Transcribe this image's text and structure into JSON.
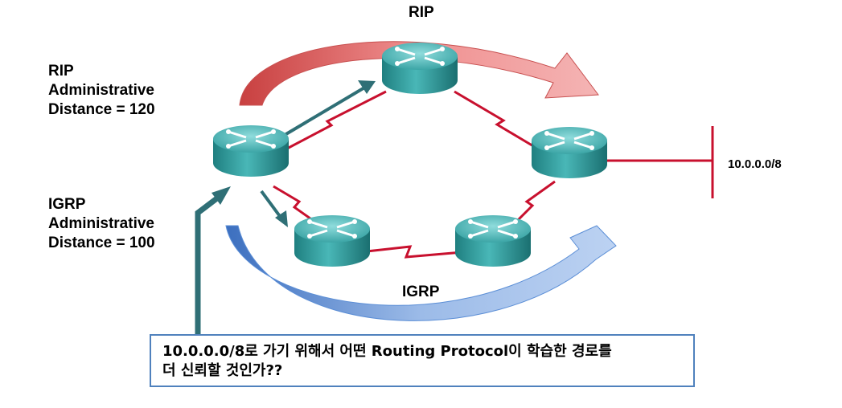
{
  "labels": {
    "rip_top": "RIP",
    "igrp_bottom": "IGRP",
    "rip_ad": [
      "RIP",
      "Administrative",
      "Distance = 120"
    ],
    "igrp_ad": [
      "IGRP",
      "Administrative",
      "Distance = 100"
    ],
    "network": "10.0.0.0/8"
  },
  "question": {
    "line1": "10.0.0.0/8로 가기 위해서 어떤 Routing Protocol이 학습한 경로를",
    "line2": "더 신뢰할 것인가??"
  },
  "colors": {
    "link": "#c8102e",
    "router": "#2aa3a3",
    "rip_arrow": "#e25b5b",
    "igrp_arrow": "#5b8ed6",
    "teal_arrow": "#2f6f76",
    "box_border": "#4f81bd"
  }
}
